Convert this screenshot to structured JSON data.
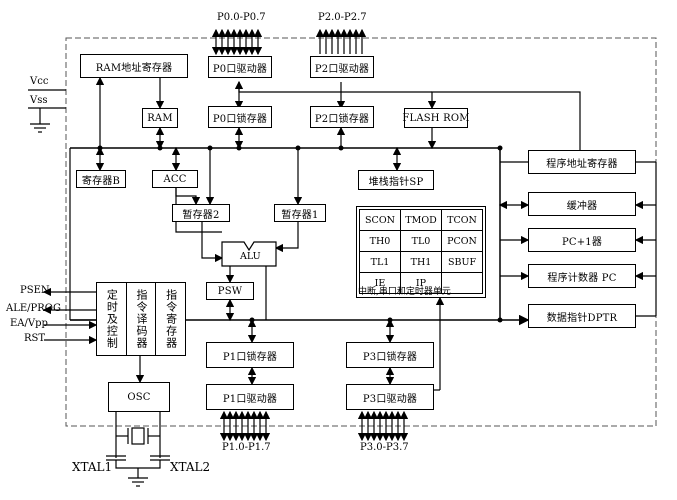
{
  "ports": {
    "p0_pins": "P0.0-P0.7",
    "p2_pins": "P2.0-P2.7",
    "p1_pins": "P1.0-P1.7",
    "p3_pins": "P3.0-P3.7"
  },
  "power": {
    "vcc": "Vcc",
    "vss": "Vss"
  },
  "blocks": {
    "ram_addr_reg": "RAM地址寄存器",
    "ram": "RAM",
    "p0_driver": "P0口驱动器",
    "p2_driver": "P2口驱动器",
    "p0_latch": "P0口锁存器",
    "p2_latch": "P2口锁存器",
    "flash_rom": "FLASH ROM",
    "reg_b": "寄存器B",
    "acc": "ACC",
    "stack_pointer": "堆栈指针SP",
    "tmp2": "暂存器2",
    "tmp1": "暂存器1",
    "alu": "ALU",
    "psw": "PSW",
    "prog_addr_reg": "程序地址寄存器",
    "buffer": "缓冲器",
    "pc_inc": "PC+1器",
    "pc": "程序计数器 PC",
    "dptr": "数据指针DPTR",
    "p1_latch": "P1口锁存器",
    "p3_latch": "P3口锁存器",
    "p1_driver": "P1口驱动器",
    "p3_driver": "P3口驱动器",
    "osc": "OSC",
    "timing_ctrl": "定时及控制",
    "instr_decoder": "指令译码器",
    "instr_reg": "指令寄存器"
  },
  "sfr_table": {
    "rows": [
      [
        "SCON",
        "TMOD",
        "TCON"
      ],
      [
        "TH0",
        "TL0",
        "PCON"
      ],
      [
        "TL1",
        "TH1",
        "SBUF"
      ],
      [
        "IE",
        "IP",
        ""
      ]
    ],
    "caption": "中断,串口和定时器单元"
  },
  "control_signals": [
    "PSEN",
    "ALE/PROG",
    "EA/Vpp",
    "RST"
  ],
  "crystal": {
    "xtal1": "XTAL1",
    "xtal2": "XTAL2"
  }
}
